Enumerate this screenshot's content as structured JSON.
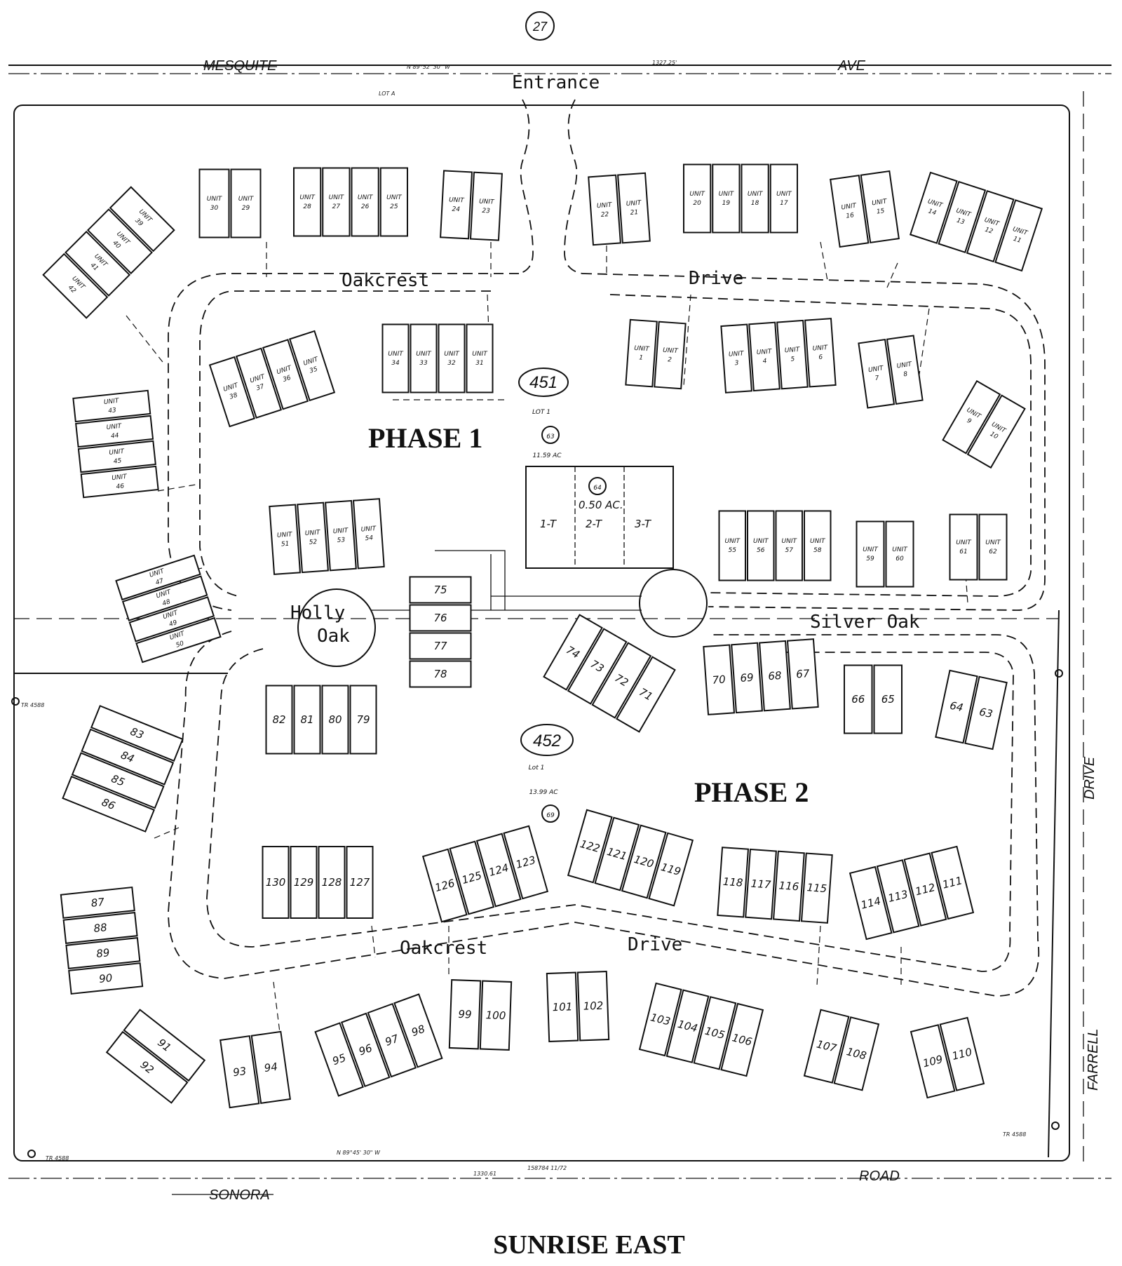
{
  "title": "SUNRISE EAST",
  "streets": {
    "mesquite": "MESQUITE",
    "ave": "AVE",
    "sonora": "SONORA",
    "road": "ROAD",
    "farrell": "FARRELL",
    "drive": "DRIVE",
    "entrance": "Entrance",
    "oakcrest_n": "Oakcrest",
    "drive_n": "Drive",
    "oakcrest_s": "Oakcrest",
    "drive_s": "Drive",
    "holly": "Holly",
    "oak": "Oak",
    "silver_oak": "Silver Oak"
  },
  "phases": {
    "phase1": "PHASE 1",
    "phase2": "PHASE 2"
  },
  "parcels": {
    "p27": "27",
    "p451": "451",
    "p452": "452",
    "p63": "63",
    "p64": "64",
    "p69": "69",
    "lot1_n": "LOT 1",
    "lot1_s": "Lot 1",
    "acres_n": "11.59 AC",
    "acres_s": "13.99 AC",
    "acres_c": "0.50 AC."
  },
  "central_lots": [
    "1-T",
    "2-T",
    "3-T"
  ],
  "survey": {
    "bearing_top": "N 89°52' 30\" W",
    "dist_top": "1327.25'",
    "bearing_bottom": "N 89°45' 30\" W",
    "dist_bottom": "1330.61",
    "tr_west": "TR 4588",
    "tr_south": "TR 4588",
    "tr_se": "TR 4588",
    "recording": "158784 11/72",
    "lot_a": "LOT A"
  },
  "unit_prefix": "UNIT",
  "units": {
    "u1": "1",
    "u2": "2",
    "u3": "3",
    "u4": "4",
    "u5": "5",
    "u6": "6",
    "u7": "7",
    "u8": "8",
    "u9": "9",
    "u10": "10",
    "u11": "11",
    "u12": "12",
    "u13": "13",
    "u14": "14",
    "u15": "15",
    "u16": "16",
    "u17": "17",
    "u18": "18",
    "u19": "19",
    "u20": "20",
    "u21": "21",
    "u22": "22",
    "u23": "23",
    "u24": "24",
    "u25": "25",
    "u26": "26",
    "u27": "27",
    "u28": "28",
    "u29": "29",
    "u30": "30",
    "u31": "31",
    "u32": "32",
    "u33": "33",
    "u34": "34",
    "u35": "35",
    "u36": "36",
    "u37": "37",
    "u38": "38",
    "u39": "39",
    "u40": "40",
    "u41": "41",
    "u42": "42",
    "u43": "43",
    "u44": "44",
    "u45": "45",
    "u46": "46",
    "u47": "47",
    "u48": "48",
    "u49": "49",
    "u50": "50",
    "u51": "51",
    "u52": "52",
    "u53": "53",
    "u54": "54",
    "u55": "55",
    "u56": "56",
    "u57": "57",
    "u58": "58",
    "u59": "59",
    "u60": "60",
    "u61": "61",
    "u62": "62",
    "u63": "63",
    "u64": "64",
    "u65": "65",
    "u66": "66",
    "u67": "67",
    "u68": "68",
    "u69": "69",
    "u70": "70",
    "u71": "71",
    "u72": "72",
    "u73": "73",
    "u74": "74",
    "u75": "75",
    "u76": "76",
    "u77": "77",
    "u78": "78",
    "u79": "79",
    "u80": "80",
    "u81": "81",
    "u82": "82",
    "u83": "83",
    "u84": "84",
    "u85": "85",
    "u86": "86",
    "u87": "87",
    "u88": "88",
    "u89": "89",
    "u90": "90",
    "u91": "91",
    "u92": "92",
    "u93": "93",
    "u94": "94",
    "u95": "95",
    "u96": "96",
    "u97": "97",
    "u98": "98",
    "u99": "99",
    "u100": "100",
    "u101": "101",
    "u102": "102",
    "u103": "103",
    "u104": "104",
    "u105": "105",
    "u106": "106",
    "u107": "107",
    "u108": "108",
    "u109": "109",
    "u110": "110",
    "u111": "111",
    "u112": "112",
    "u113": "113",
    "u114": "114",
    "u115": "115",
    "u116": "116",
    "u117": "117",
    "u118": "118",
    "u119": "119",
    "u120": "120",
    "u121": "121",
    "u122": "122",
    "u123": "123",
    "u124": "124",
    "u125": "125",
    "u126": "126",
    "u127": "127",
    "u128": "128",
    "u129": "129",
    "u130": "130"
  }
}
